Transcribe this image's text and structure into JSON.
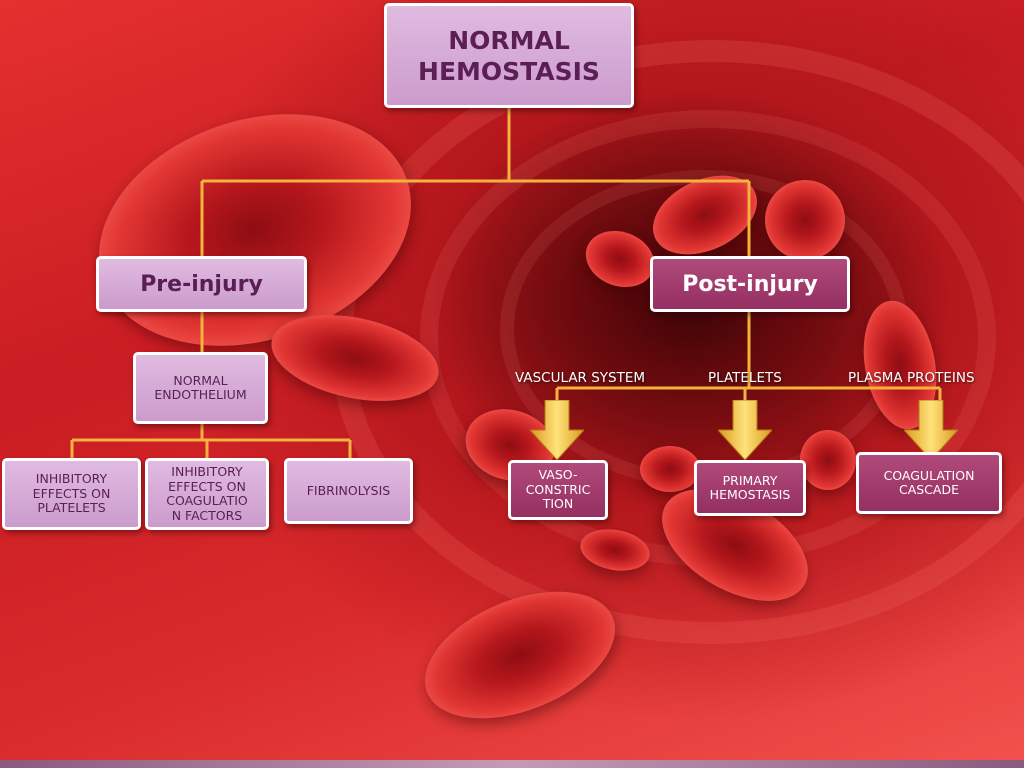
{
  "diagram": {
    "root": "NORMAL\nHEMOSTASIS",
    "pre_injury": {
      "label": "Pre-injury",
      "endothelium": "NORMAL\nENDOTHELIUM",
      "children": [
        "INHIBITORY\nEFFECTS ON\nPLATELETS",
        "INHIBITORY\nEFFECTS ON\nCOAGULATIO\nN FACTORS",
        "FIBRINOLYSIS"
      ]
    },
    "post_injury": {
      "label": "Post-injury",
      "branches": [
        {
          "category": "VASCULAR SYSTEM",
          "result": "VASO-\nCONSTRIC\nTION"
        },
        {
          "category": "PLATELETS",
          "result": "PRIMARY\nHEMOSTASIS"
        },
        {
          "category": "PLASMA PROTEINS",
          "result": "COAGULATION\nCASCADE"
        }
      ]
    }
  },
  "colors": {
    "connector": "#f3b33d",
    "light_box": "#d4a8d4",
    "dark_box": "#a23d6f",
    "arrow": "#f0c23a"
  },
  "icons": {
    "arrow": "down-arrow-icon"
  }
}
